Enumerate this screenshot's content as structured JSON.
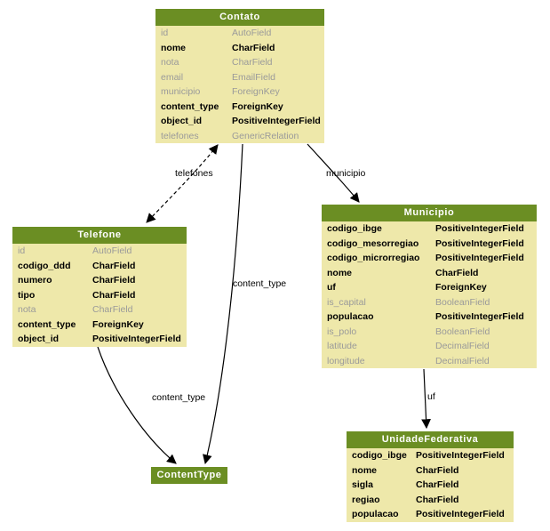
{
  "diagram": {
    "colors": {
      "header_green": "#6b8e23",
      "body_khaki": "#eee8aa",
      "muted_text": "#9a9a9a"
    },
    "tables": {
      "contato": {
        "title": "Contato",
        "fields": [
          {
            "name": "id",
            "type": "AutoField",
            "muted": true
          },
          {
            "name": "nome",
            "type": "CharField",
            "muted": false
          },
          {
            "name": "nota",
            "type": "CharField",
            "muted": true
          },
          {
            "name": "email",
            "type": "EmailField",
            "muted": true
          },
          {
            "name": "municipio",
            "type": "ForeignKey",
            "muted": true
          },
          {
            "name": "content_type",
            "type": "ForeignKey",
            "muted": false
          },
          {
            "name": "object_id",
            "type": "PositiveIntegerField",
            "muted": false
          },
          {
            "name": "telefones",
            "type": "GenericRelation",
            "muted": true
          }
        ]
      },
      "telefone": {
        "title": "Telefone",
        "fields": [
          {
            "name": "id",
            "type": "AutoField",
            "muted": true
          },
          {
            "name": "codigo_ddd",
            "type": "CharField",
            "muted": false
          },
          {
            "name": "numero",
            "type": "CharField",
            "muted": false
          },
          {
            "name": "tipo",
            "type": "CharField",
            "muted": false
          },
          {
            "name": "nota",
            "type": "CharField",
            "muted": true
          },
          {
            "name": "content_type",
            "type": "ForeignKey",
            "muted": false
          },
          {
            "name": "object_id",
            "type": "PositiveIntegerField",
            "muted": false
          }
        ]
      },
      "municipio": {
        "title": "Municipio",
        "fields": [
          {
            "name": "codigo_ibge",
            "type": "PositiveIntegerField",
            "muted": false
          },
          {
            "name": "codigo_mesorregiao",
            "type": "PositiveIntegerField",
            "muted": false
          },
          {
            "name": "codigo_microrregiao",
            "type": "PositiveIntegerField",
            "muted": false
          },
          {
            "name": "nome",
            "type": "CharField",
            "muted": false
          },
          {
            "name": "uf",
            "type": "ForeignKey",
            "muted": false
          },
          {
            "name": "is_capital",
            "type": "BooleanField",
            "muted": true
          },
          {
            "name": "populacao",
            "type": "PositiveIntegerField",
            "muted": false
          },
          {
            "name": "is_polo",
            "type": "BooleanField",
            "muted": true
          },
          {
            "name": "latitude",
            "type": "DecimalField",
            "muted": true
          },
          {
            "name": "longitude",
            "type": "DecimalField",
            "muted": true
          }
        ]
      },
      "contenttype": {
        "title": "ContentType",
        "fields": []
      },
      "unidadefederativa": {
        "title": "UnidadeFederativa",
        "fields": [
          {
            "name": "codigo_ibge",
            "type": "PositiveIntegerField",
            "muted": false
          },
          {
            "name": "nome",
            "type": "CharField",
            "muted": false
          },
          {
            "name": "sigla",
            "type": "CharField",
            "muted": false
          },
          {
            "name": "regiao",
            "type": "CharField",
            "muted": false
          },
          {
            "name": "populacao",
            "type": "PositiveIntegerField",
            "muted": false
          }
        ]
      }
    },
    "edges": [
      {
        "label": "telefones",
        "style": "dashed",
        "from": "Contato",
        "to": "Telefone"
      },
      {
        "label": "municipio",
        "style": "solid",
        "from": "Contato",
        "to": "Municipio"
      },
      {
        "label": "content_type",
        "style": "solid",
        "from": "Contato",
        "to": "ContentType"
      },
      {
        "label": "content_type",
        "style": "solid",
        "from": "Telefone",
        "to": "ContentType"
      },
      {
        "label": "uf",
        "style": "solid",
        "from": "Municipio",
        "to": "UnidadeFederativa"
      }
    ]
  }
}
